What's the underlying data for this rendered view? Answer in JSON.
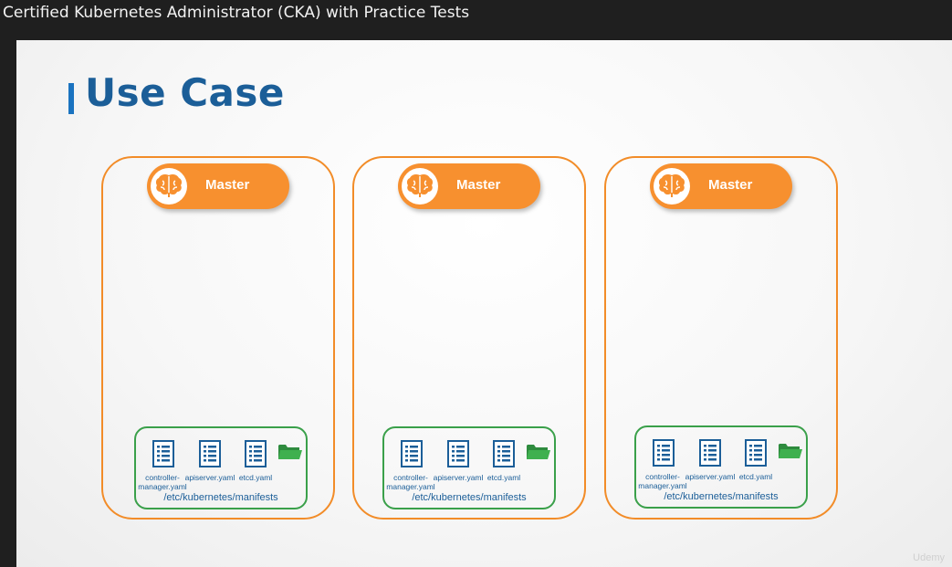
{
  "window": {
    "title": "Certified Kubernetes Administrator (CKA) with Practice Tests"
  },
  "slide": {
    "title": "Use Case",
    "watermark": "Udemy",
    "nodes": [
      {
        "label": "Master",
        "files": [
          "controller-\nmanager.yaml",
          "apiserver.yaml",
          "etcd.yaml"
        ],
        "path": "/etc/kubernetes/manifests"
      },
      {
        "label": "Master",
        "files": [
          "controller-\nmanager.yaml",
          "apiserver.yaml",
          "etcd.yaml"
        ],
        "path": "/etc/kubernetes/manifests"
      },
      {
        "label": "Master",
        "files": [
          "controller-\nmanager.yaml",
          "apiserver.yaml",
          "etcd.yaml"
        ],
        "path": "/etc/kubernetes/manifests"
      }
    ]
  },
  "colors": {
    "accent_blue": "#1b5e98",
    "node_border_orange": "#f28c28",
    "pill_orange": "#f7902f",
    "manifest_green": "#3aa04a"
  },
  "icons": {
    "master": "brain-icon",
    "file": "document-icon",
    "folder": "folder-icon"
  }
}
